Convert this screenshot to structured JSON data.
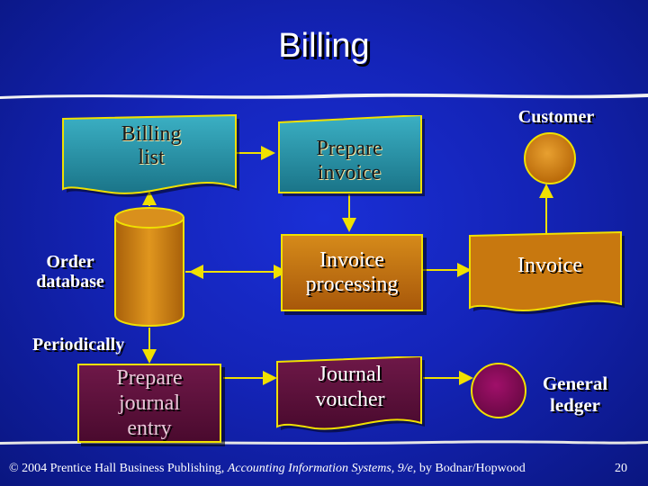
{
  "title": "Billing",
  "nodes": {
    "billing_list": "Billing list",
    "prepare_invoice": "Prepare invoice",
    "customer": "Customer",
    "order_database": "Order database",
    "invoice_processing": "Invoice processing",
    "invoice": "Invoice",
    "periodically": "Periodically",
    "prepare_journal_entry": "Prepare journal entry",
    "journal_voucher": "Journal voucher",
    "general_ledger": "General ledger"
  },
  "footer": {
    "copyright_symbol": "©",
    "year_publisher": " 2004 Prentice Hall Business Publishing, ",
    "book_title": "Accounting Information Systems, 9/e",
    "authors": ", by Bodnar/Hopwood",
    "page_number": "20"
  },
  "colors": {
    "background": "#1424b8",
    "teal": "#2a9fb3",
    "orange": "#c8780f",
    "maroon": "#5c1038",
    "border": "#f0e000"
  }
}
